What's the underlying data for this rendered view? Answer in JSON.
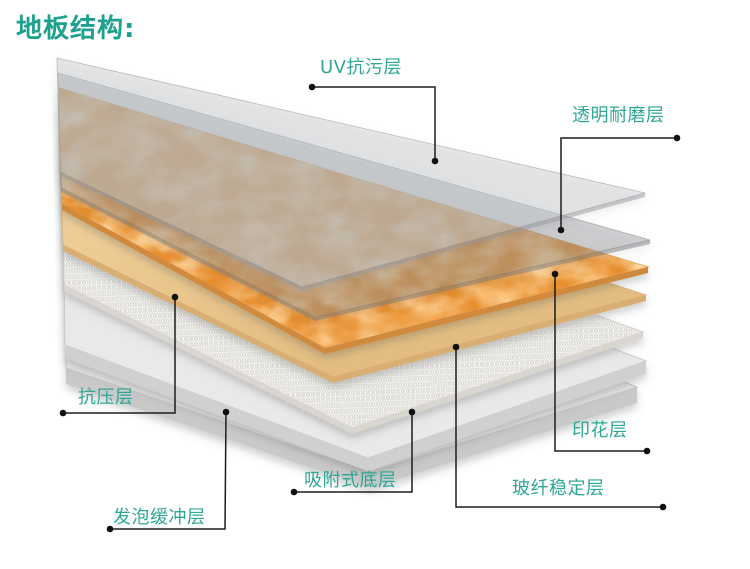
{
  "title": "地板结构:",
  "colors": {
    "background": "#ffffff",
    "title_text": "#1ba18c",
    "label_text": "#2fa796",
    "callout_line": "#1d1d1d",
    "callout_dot": "#111111"
  },
  "diagram": {
    "description": "Exploded view of floor plank construction with 7 layers",
    "layers": [
      {
        "name": "uv-coating",
        "label": "UV抗污层",
        "surface_color": "rgba(198,201,205,0.45)",
        "edge_color": "rgba(150,152,156,0.5)"
      },
      {
        "name": "wear-resistant",
        "label": "透明耐磨层",
        "surface_color": "rgba(142,145,150,0.42)",
        "edge_color": "rgba(120,122,126,0.5)"
      },
      {
        "name": "printed",
        "label": "印花层",
        "surface_color": "#f3a64f",
        "texture_light": "#ffd9a2",
        "texture_dark": "#e78f2f",
        "edge_color": "#d08a3c"
      },
      {
        "name": "compression",
        "label": "抗压层",
        "surface_color": "#f6d7a5",
        "surface_color_dark": "#e2bb7e",
        "edge_color": "#d8ae72"
      },
      {
        "name": "glass-fiber",
        "label": "玻纤稳定层",
        "surface_color": "#f3f2ee",
        "edge_color": "#d9d6d0"
      },
      {
        "name": "suction-bottom",
        "label": "吸附式底层",
        "surface_color": "#e9e9e9",
        "edge_color": "#d0d0d0"
      },
      {
        "name": "foam-cushion",
        "label": "发泡缓冲层",
        "surface_color": "#e4e4e4",
        "edge_color": "#c9c9c9"
      }
    ]
  }
}
